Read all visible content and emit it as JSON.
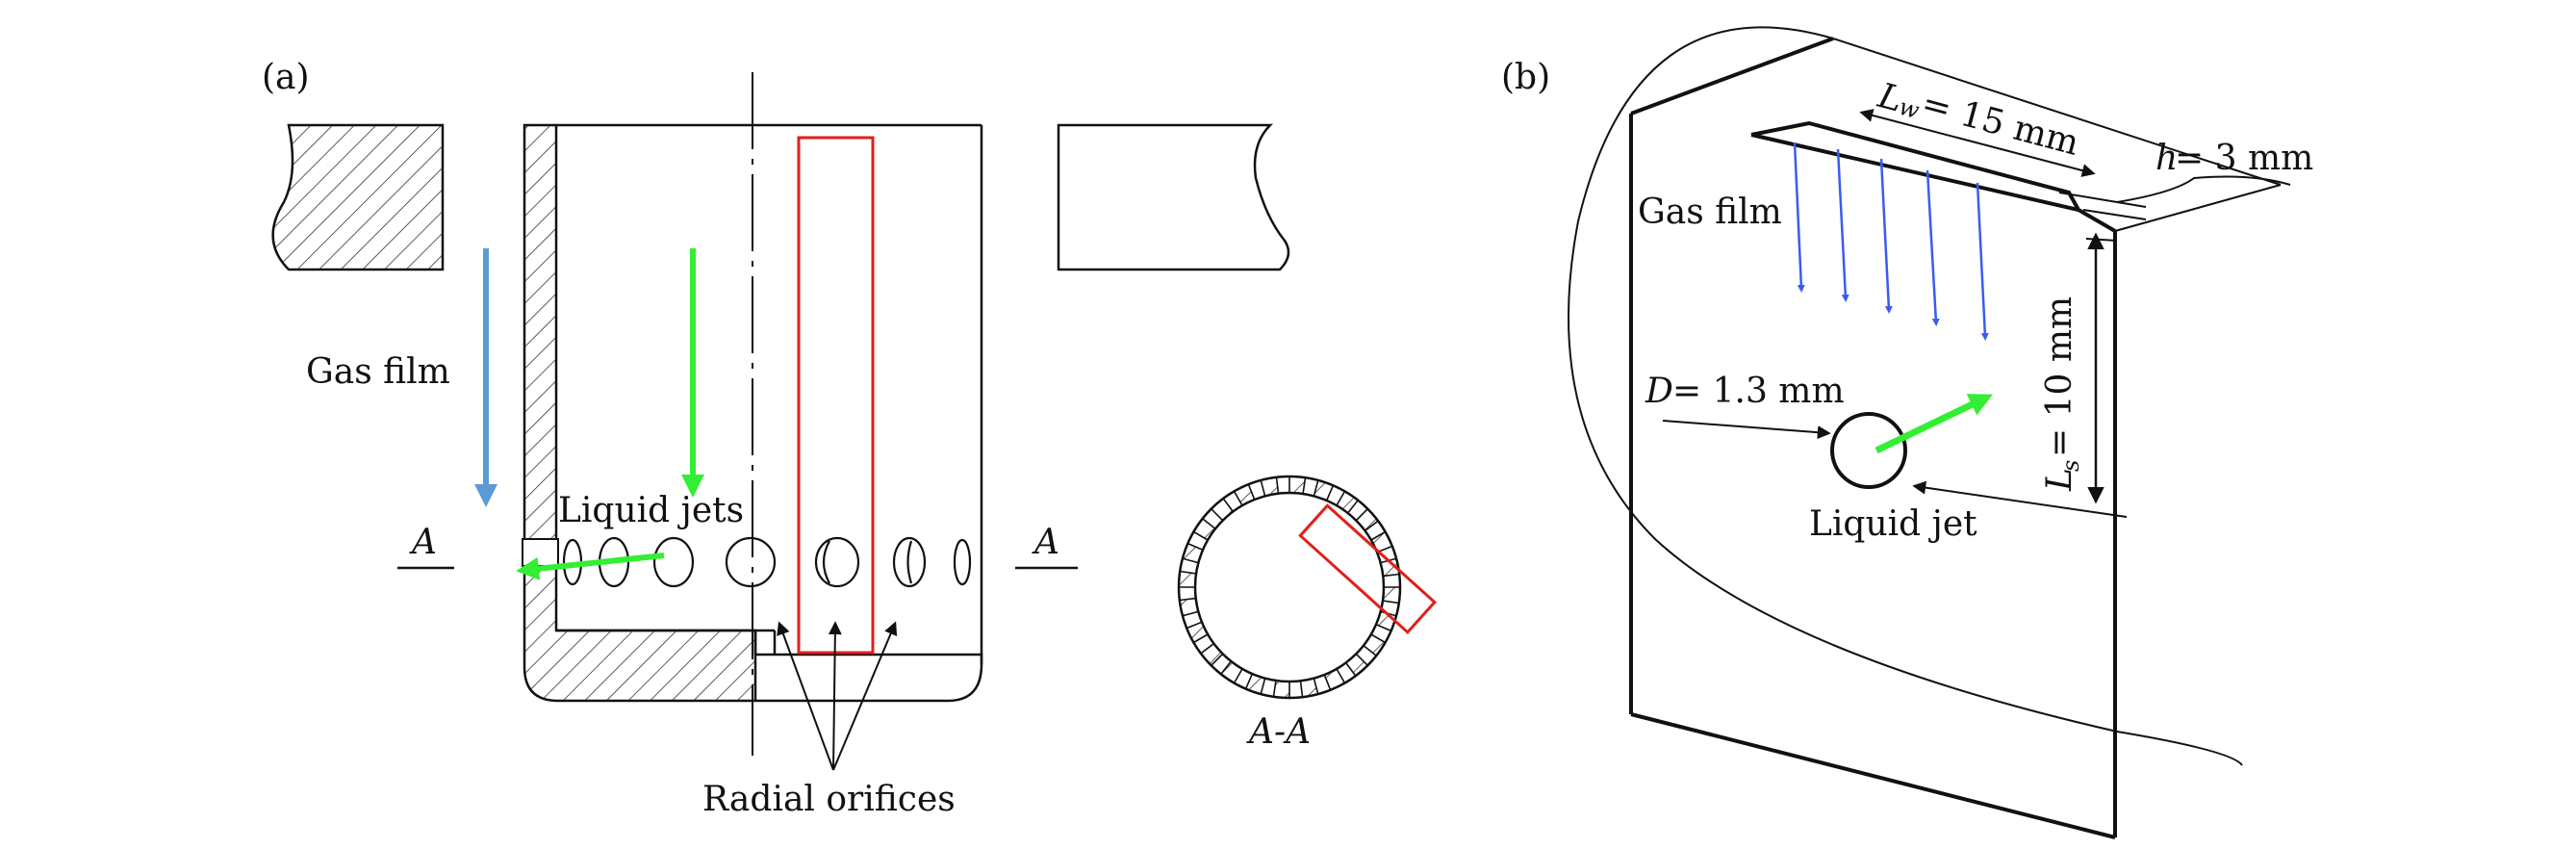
{
  "panel_a": {
    "label": "(a)",
    "gas_film": "Gas film",
    "liquid_jets": "Liquid jets",
    "section_left": "A",
    "section_right": "A",
    "radial_orifices": "Radial orifices",
    "section_view": "A-A"
  },
  "panel_b": {
    "label": "(b)",
    "gas_film": "Gas film",
    "lw_symbol": "L",
    "lw_sub": "w",
    "lw_value": " = 15 mm",
    "h_symbol": "h",
    "h_value": " = 3 mm",
    "d_symbol": "D",
    "d_value": " = 1.3 mm",
    "ls_symbol": "L",
    "ls_sub": "s",
    "ls_value": " = 10 mm",
    "liquid_jet": "Liquid jet"
  },
  "colors": {
    "gas_arrow_a": "#5b9bd5",
    "gas_arrow_b": "#3a5cf0",
    "jet_arrow": "#33ee33",
    "highlight_box": "#e0201a",
    "line": "#111111"
  }
}
